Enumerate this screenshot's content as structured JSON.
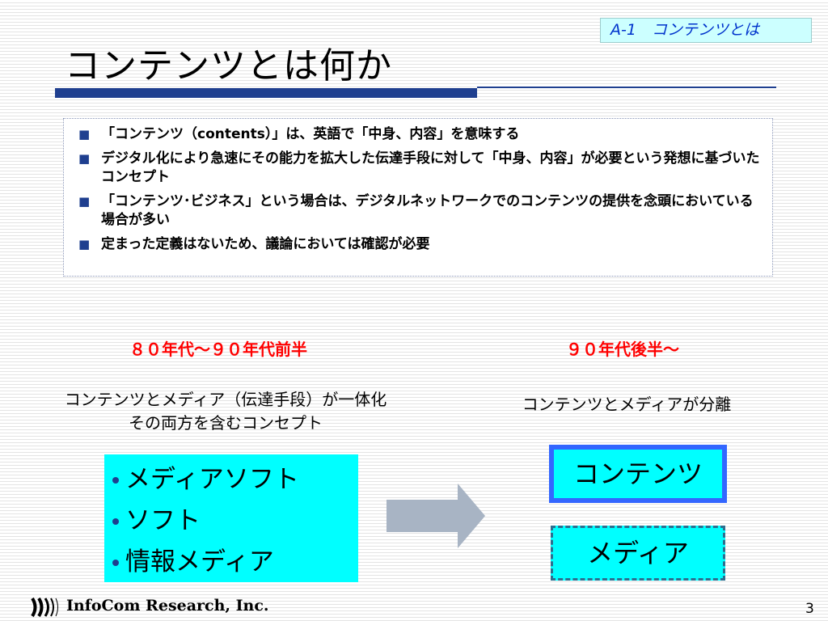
{
  "header": {
    "section_tag": "A-1　コンテンツとは",
    "title": "コンテンツとは何か"
  },
  "bullets": [
    {
      "mark": "■",
      "text": "「コンテンツ（contents）」は、英語で「中身、内容」を意味する"
    },
    {
      "mark": "■",
      "text": "デジタル化により急速にその能力を拡大した伝達手段に対して「中身、内容」が必要という発想に基づいたコンセプト"
    },
    {
      "mark": "■",
      "text": "「コンテンツ･ビジネス」という場合は、デジタルネットワークでのコンテンツの提供を念頭においている場合が多い"
    },
    {
      "mark": "■",
      "text": "定まった定義はないため、議論においては確認が必要"
    }
  ],
  "left_panel": {
    "heading": "８０年代～９０年代前半",
    "description_line1": "コンテンツとメディア（伝達手段）が一体化",
    "description_line2": "その両方を含むコンセプト",
    "items": [
      "メディアソフト",
      "ソフト",
      "情報メディア"
    ]
  },
  "right_panel": {
    "heading": "９０年代後半～",
    "description": "コンテンツとメディアが分離",
    "box_contents": "コンテンツ",
    "box_media": "メディア"
  },
  "footer": {
    "company": "InfoCom Research, Inc.",
    "page_number": "3"
  },
  "colors": {
    "accent_blue": "#1f3f8f",
    "heading_red": "#ff0000",
    "box_cyan": "#00ffff",
    "box_border_blue": "#3366ff",
    "arrow_gray": "#a8b4c4"
  }
}
